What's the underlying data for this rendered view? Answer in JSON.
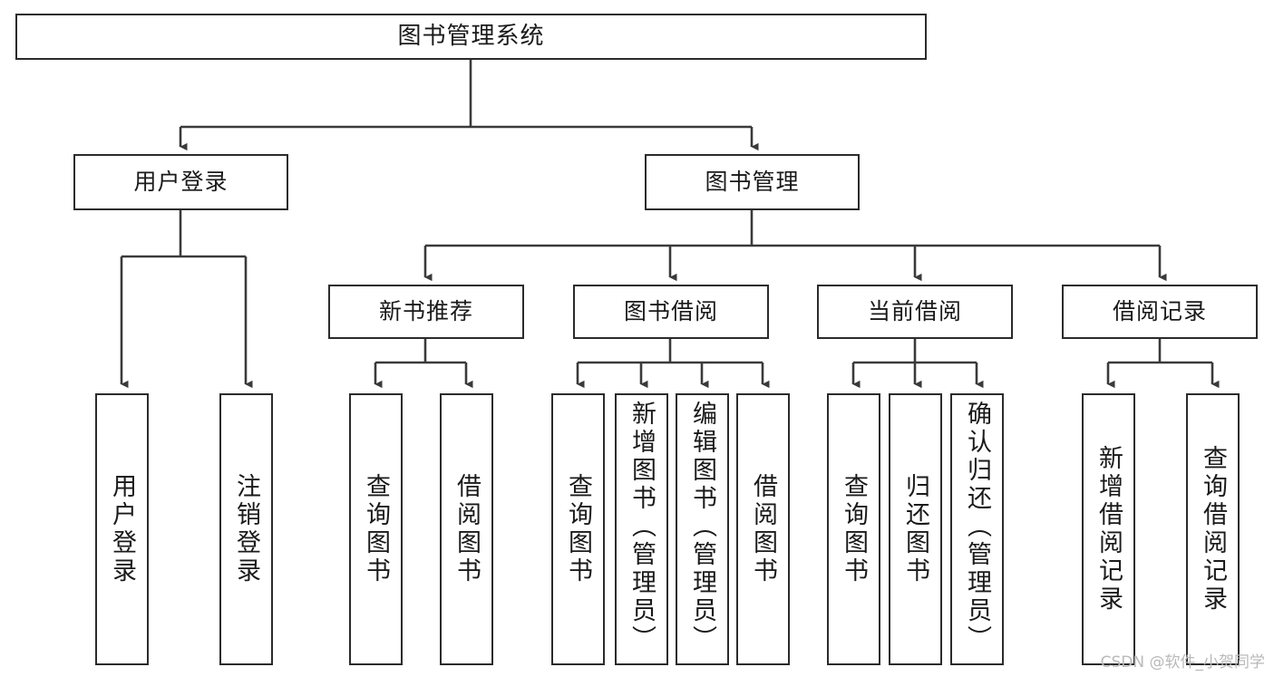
{
  "diagram": {
    "type": "tree-hierarchy",
    "title": "图书管理系统",
    "watermark": "CSDN @软件_小贺同学",
    "colors": {
      "box_border": "#2b2b2b",
      "box_fill": "#ffffff",
      "connector": "#3a3a3a",
      "text": "#1a1a1a",
      "watermark": "#b9b9b9",
      "background": "#ffffff"
    },
    "levels": [
      {
        "level": 1,
        "nodes": [
          {
            "id": "root",
            "label": "图书管理系统",
            "orientation": "horizontal"
          }
        ]
      },
      {
        "level": 2,
        "nodes": [
          {
            "id": "user-login",
            "label": "用户登录",
            "orientation": "horizontal",
            "parent": "root"
          },
          {
            "id": "book-manage",
            "label": "图书管理",
            "orientation": "horizontal",
            "parent": "root"
          }
        ]
      },
      {
        "level": 3,
        "nodes": [
          {
            "id": "new-book-rec",
            "label": "新书推荐",
            "orientation": "horizontal",
            "parent": "book-manage"
          },
          {
            "id": "book-borrow",
            "label": "图书借阅",
            "orientation": "horizontal",
            "parent": "book-manage"
          },
          {
            "id": "current-borrow",
            "label": "当前借阅",
            "orientation": "horizontal",
            "parent": "book-manage"
          },
          {
            "id": "borrow-record",
            "label": "借阅记录",
            "orientation": "horizontal",
            "parent": "book-manage"
          }
        ]
      },
      {
        "level": 4,
        "nodes": [
          {
            "id": "leaf-user-login",
            "label": "用户登录",
            "orientation": "vertical",
            "parent": "user-login"
          },
          {
            "id": "leaf-logout",
            "label": "注销登录",
            "orientation": "vertical",
            "parent": "user-login"
          },
          {
            "id": "leaf-query-book-1",
            "label": "查询图书",
            "orientation": "vertical",
            "parent": "new-book-rec"
          },
          {
            "id": "leaf-borrow-book-1",
            "label": "借阅图书",
            "orientation": "vertical",
            "parent": "new-book-rec"
          },
          {
            "id": "leaf-query-book-2",
            "label": "查询图书",
            "orientation": "vertical",
            "parent": "book-borrow"
          },
          {
            "id": "leaf-add-book",
            "label": "新增图书（管理员）",
            "orientation": "vertical",
            "parent": "book-borrow"
          },
          {
            "id": "leaf-edit-book",
            "label": "编辑图书（管理员）",
            "orientation": "vertical",
            "parent": "book-borrow"
          },
          {
            "id": "leaf-borrow-book-2",
            "label": "借阅图书",
            "orientation": "vertical",
            "parent": "book-borrow"
          },
          {
            "id": "leaf-query-book-3",
            "label": "查询图书",
            "orientation": "vertical",
            "parent": "current-borrow"
          },
          {
            "id": "leaf-return-book",
            "label": "归还图书",
            "orientation": "vertical",
            "parent": "current-borrow"
          },
          {
            "id": "leaf-confirm-return",
            "label": "确认归还（管理员）",
            "orientation": "vertical",
            "parent": "current-borrow"
          },
          {
            "id": "leaf-add-record",
            "label": "新增借阅记录",
            "orientation": "vertical",
            "parent": "borrow-record"
          },
          {
            "id": "leaf-query-record",
            "label": "查询借阅记录",
            "orientation": "vertical",
            "parent": "borrow-record"
          }
        ]
      }
    ]
  }
}
